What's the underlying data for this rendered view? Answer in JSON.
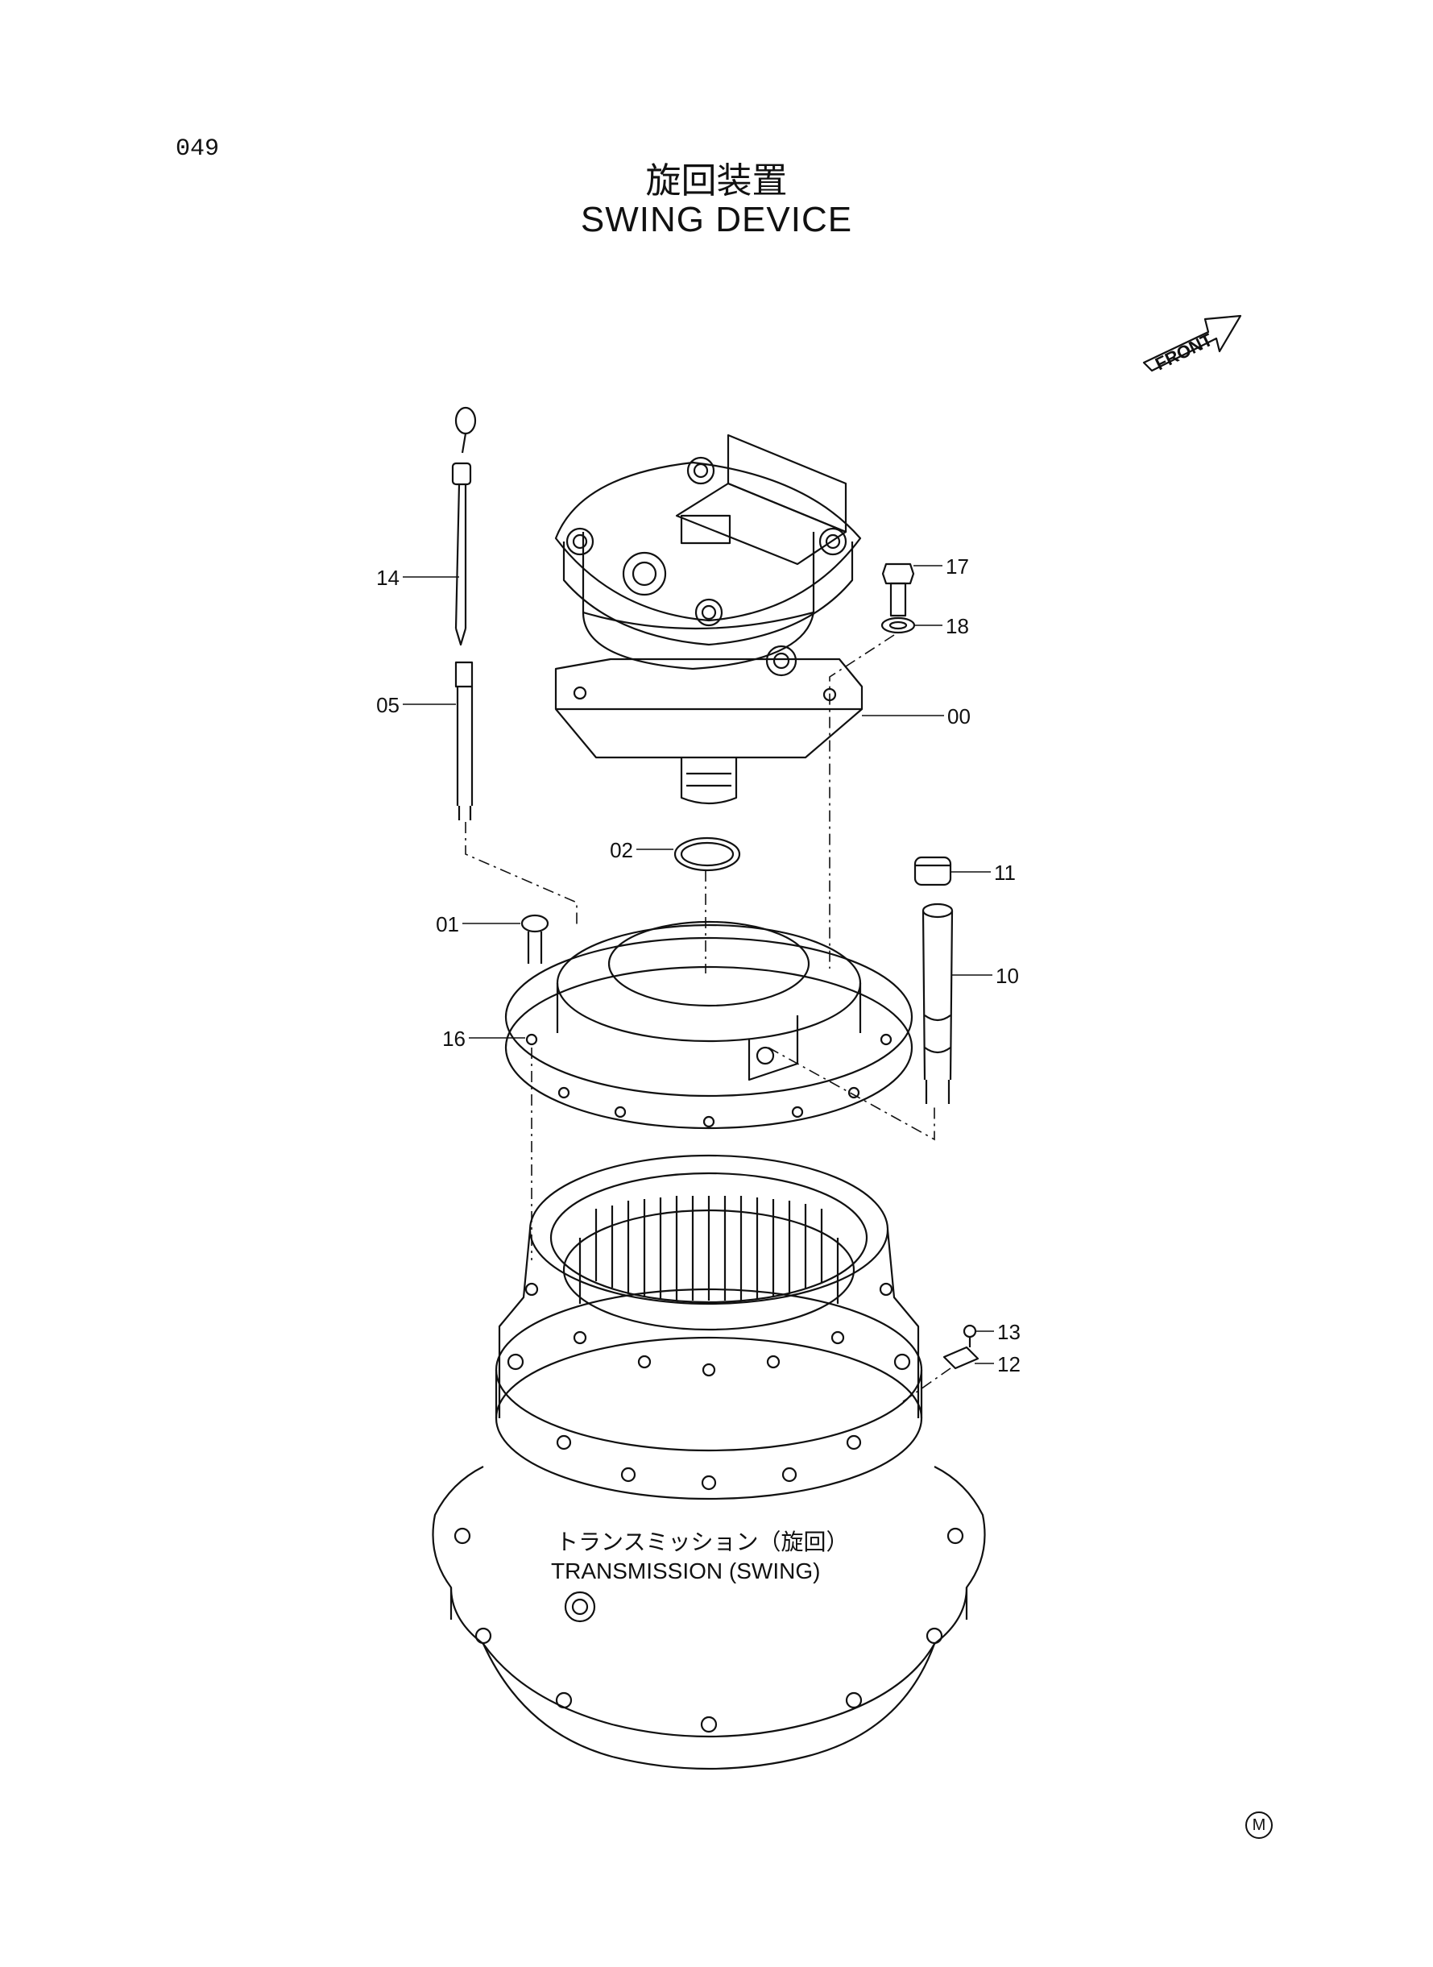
{
  "page_number": "049",
  "title_jp": "旋回装置",
  "title_en": "SWING DEVICE",
  "front_label": "FRONT",
  "assembly_label_jp": "トランスミッション（旋回）",
  "assembly_label_en": "TRANSMISSION (SWING)",
  "footer_mark": "M",
  "callouts": {
    "c00": "00",
    "c01": "01",
    "c02": "02",
    "c05": "05",
    "c10": "10",
    "c11": "11",
    "c12": "12",
    "c13": "13",
    "c14": "14",
    "c16": "16",
    "c17": "17",
    "c18": "18"
  }
}
